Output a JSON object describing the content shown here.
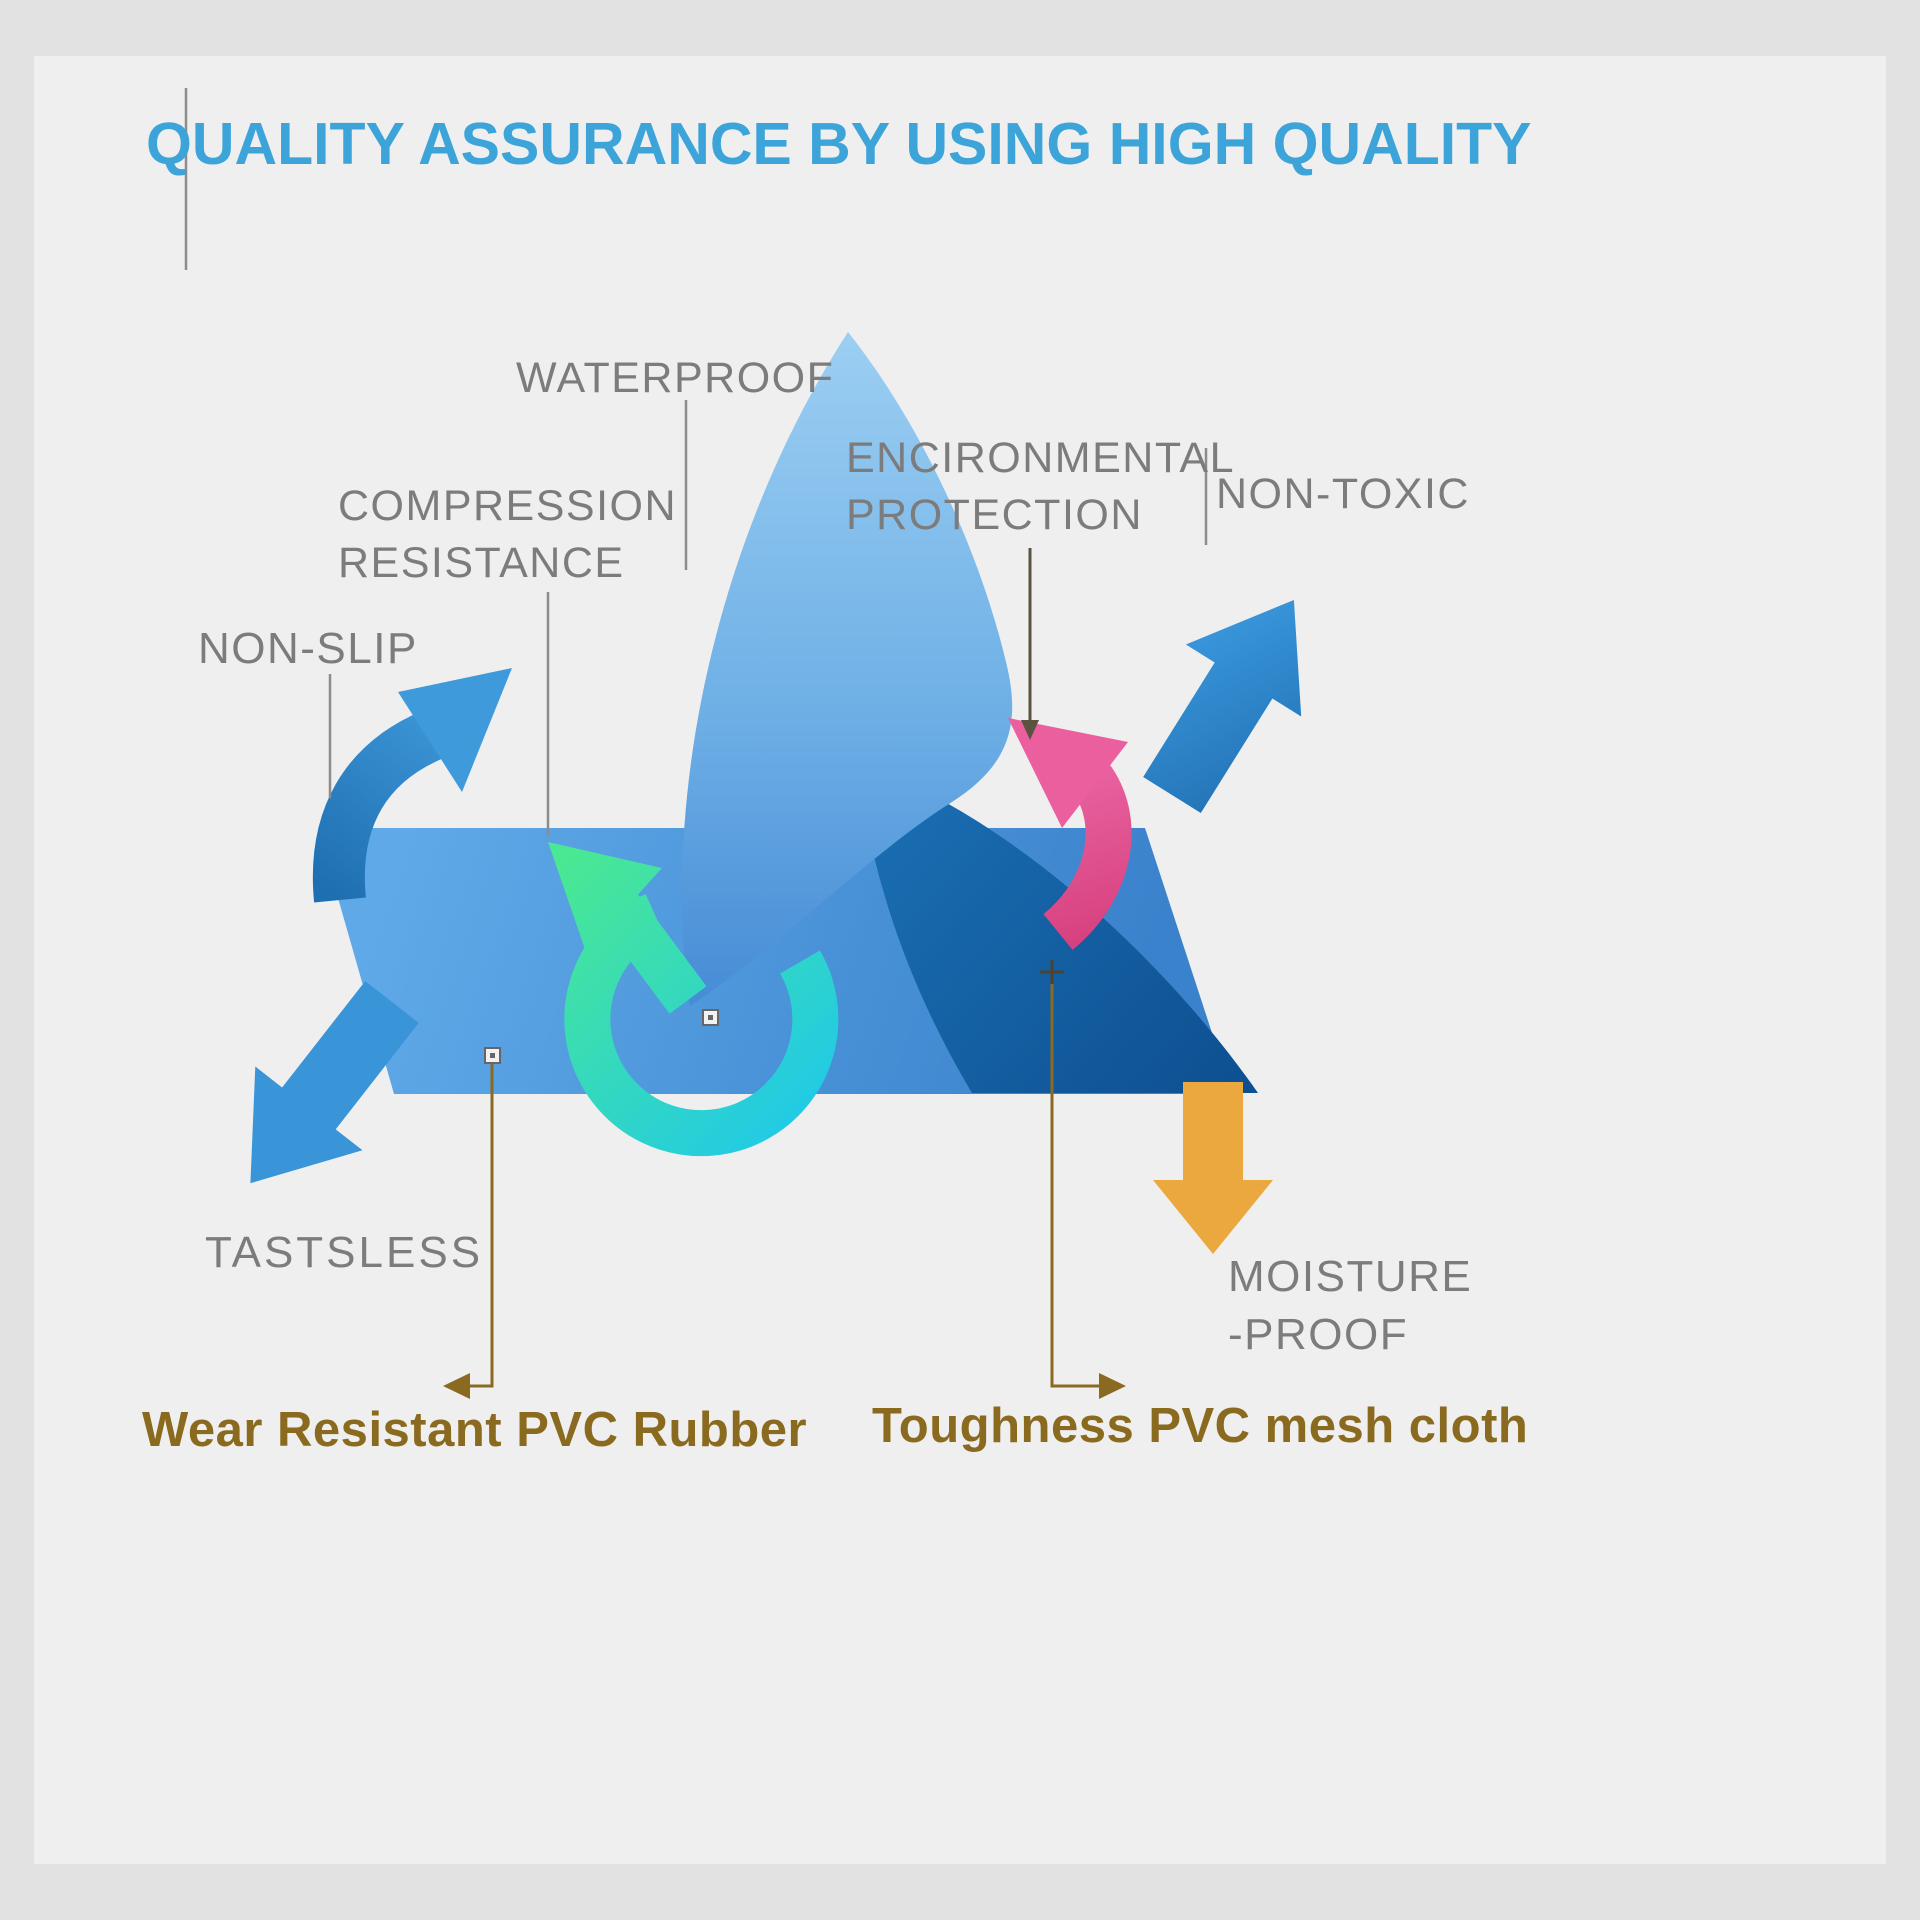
{
  "title": "QUALITY ASSURANCE BY USING HIGH QUALITY",
  "features": {
    "waterproof": "WATERPROOF",
    "environmental": [
      "ENCIRONMENTAL",
      "PROTECTION"
    ],
    "non_toxic": "NON-TOXIC",
    "compression": [
      "COMPRESSION",
      "RESISTANCE"
    ],
    "non_slip": "NON-SLIP",
    "tastsless": "TASTSLESS",
    "moisture": [
      "MOISTURE",
      "-PROOF"
    ]
  },
  "materials": {
    "left": "Wear Resistant PVC Rubber",
    "right": "Toughness PVC mesh cloth"
  },
  "colors": {
    "title": "#3da4da",
    "label": "#7c7c7c",
    "material_text": "#8a6a1e",
    "mat_blue": "#4a94dc",
    "mat_dark_blue": "#12599c",
    "arrow_blue": "#2e86c8",
    "arrow_pink": "#e85a9c",
    "arrow_orange": "#d88a22",
    "arrow_teal": "#2fd4c0",
    "leader_gray": "#8c8c8c",
    "leader_gold": "#8a6a20",
    "background": "#efefef"
  }
}
